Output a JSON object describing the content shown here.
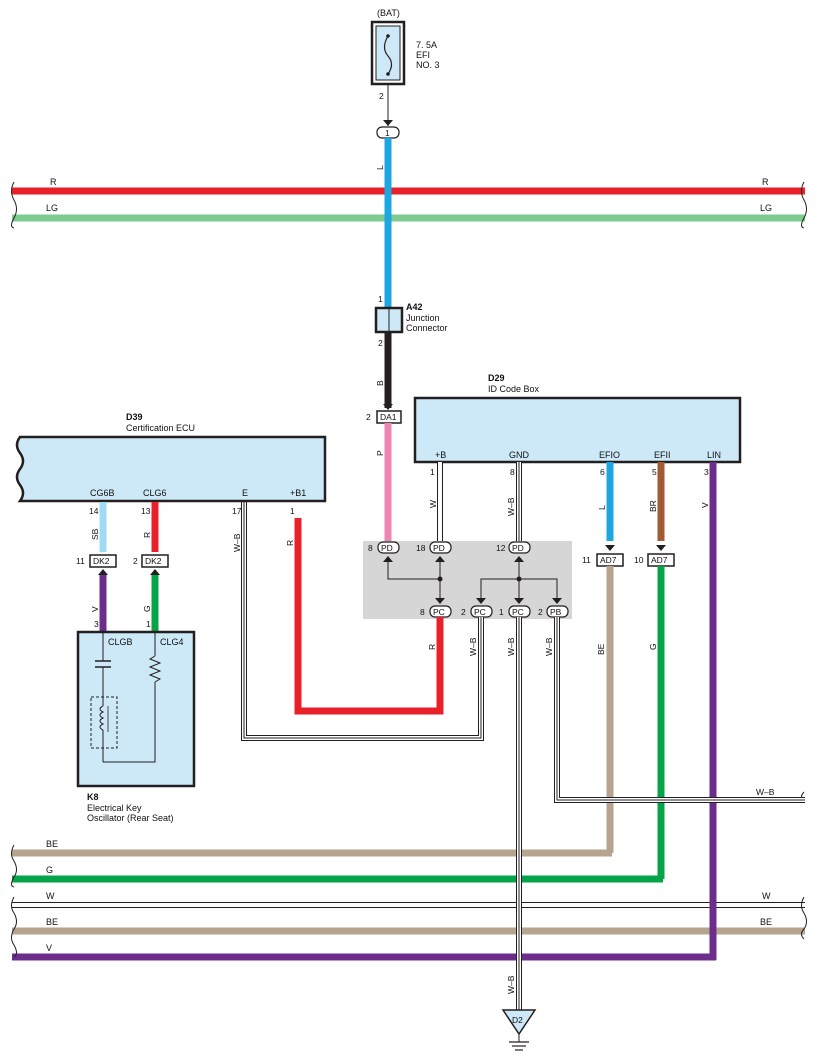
{
  "top": {
    "bat": "(BAT)",
    "fuse_line1": "7. 5A",
    "fuse_line2": "EFI",
    "fuse_line3": "NO. 3",
    "fuse_pin": "2",
    "j1": "1"
  },
  "wires": {
    "L": "L",
    "B": "B",
    "P": "P",
    "W": "W",
    "WB": "W–B",
    "BR": "BR",
    "V": "V",
    "SB": "SB",
    "R": "R",
    "G": "G",
    "BE": "BE",
    "LG": "LG"
  },
  "a42": {
    "id": "A42",
    "line1": "Junction",
    "line2": "Connector",
    "pin1": "1",
    "pin2": "2"
  },
  "d29": {
    "id": "D29",
    "name": "ID Code Box",
    "t_b": "+B",
    "t_gnd": "GND",
    "t_efio": "EFIO",
    "t_efii": "EFII",
    "t_lin": "LIN",
    "p1": "1",
    "p8": "8",
    "p6": "6",
    "p5": "5",
    "p3": "3"
  },
  "d39": {
    "id": "D39",
    "name": "Certification ECU",
    "t_cg6b": "CG6B",
    "t_clg6": "CLG6",
    "t_e": "E",
    "t_b1": "+B1",
    "p14": "14",
    "p13": "13",
    "p17": "17",
    "p1": "1"
  },
  "k8": {
    "id": "K8",
    "line1": "Electrical Key",
    "line2": "Oscillator (Rear Seat)",
    "t_clgb": "CLGB",
    "t_clg4": "CLG4",
    "p3": "3",
    "p1": "1"
  },
  "connectors": {
    "da1": "DA1",
    "da1_pin": "2",
    "pd": "PD",
    "pc": "PC",
    "pb": "PB",
    "pd_8": "8",
    "pd_18": "18",
    "pd_12": "12",
    "pc_8": "8",
    "pc_2": "2",
    "pc_1": "1",
    "pb_2": "2",
    "ad7": "AD7",
    "ad7_11": "11",
    "ad7_10": "10",
    "dk2": "DK2",
    "dk2_11": "11",
    "dk2_2": "2"
  },
  "ground": {
    "id": "D2"
  },
  "colors": {
    "red": "#e8202a",
    "green_lg": "#7dcb8f",
    "blue": "#1ca6e2",
    "black": "#231f20",
    "pink": "#ee86b4",
    "brown": "#a05a35",
    "purple": "#6d2d8c",
    "tan": "#b7a48f",
    "green": "#06a449",
    "sky": "#9fdbf4",
    "box": "#cde9f7",
    "splice": "#d6d6d6"
  }
}
